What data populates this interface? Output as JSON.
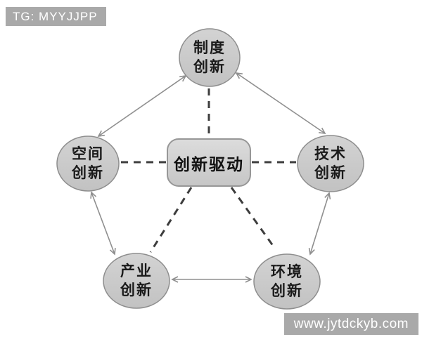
{
  "header": {
    "tag_label": "TG: MYYJJPP"
  },
  "footer": {
    "watermark": "www.jytdckyb.com"
  },
  "diagram": {
    "title_implicit": "创新驱动",
    "center": {
      "label": "创新驱动"
    },
    "nodes": [
      {
        "id": "institution",
        "line1": "制度",
        "line2": "创新",
        "position": "top"
      },
      {
        "id": "space",
        "line1": "空间",
        "line2": "创新",
        "position": "left"
      },
      {
        "id": "technology",
        "line1": "技术",
        "line2": "创新",
        "position": "right"
      },
      {
        "id": "industry",
        "line1": "产业",
        "line2": "创新",
        "position": "bottom-left"
      },
      {
        "id": "environment",
        "line1": "环境",
        "line2": "创新",
        "position": "bottom-right"
      }
    ],
    "edges_solid_double_arrow": [
      {
        "from": "制度创新",
        "to": "空间创新"
      },
      {
        "from": "制度创新",
        "to": "技术创新"
      },
      {
        "from": "空间创新",
        "to": "产业创新"
      },
      {
        "from": "技术创新",
        "to": "环境创新"
      },
      {
        "from": "产业创新",
        "to": "环境创新"
      }
    ],
    "edges_dashed_from_center": [
      {
        "from": "创新驱动",
        "to": "制度创新"
      },
      {
        "from": "创新驱动",
        "to": "空间创新"
      },
      {
        "from": "创新驱动",
        "to": "技术创新"
      },
      {
        "from": "创新驱动",
        "to": "产业创新"
      },
      {
        "from": "创新驱动",
        "to": "环境创新"
      }
    ],
    "colors": {
      "node_fill": "#c9c9c9",
      "node_border": "#8e8e8e",
      "center_fill": "#d2d2d2",
      "center_border": "#979797",
      "solid_arrow": "#8f8f8f",
      "dashed_line": "#3d3d3d",
      "badge_background": "#a9a9a9",
      "badge_text": "#ffffff",
      "canvas_background": "#ffffff"
    }
  }
}
